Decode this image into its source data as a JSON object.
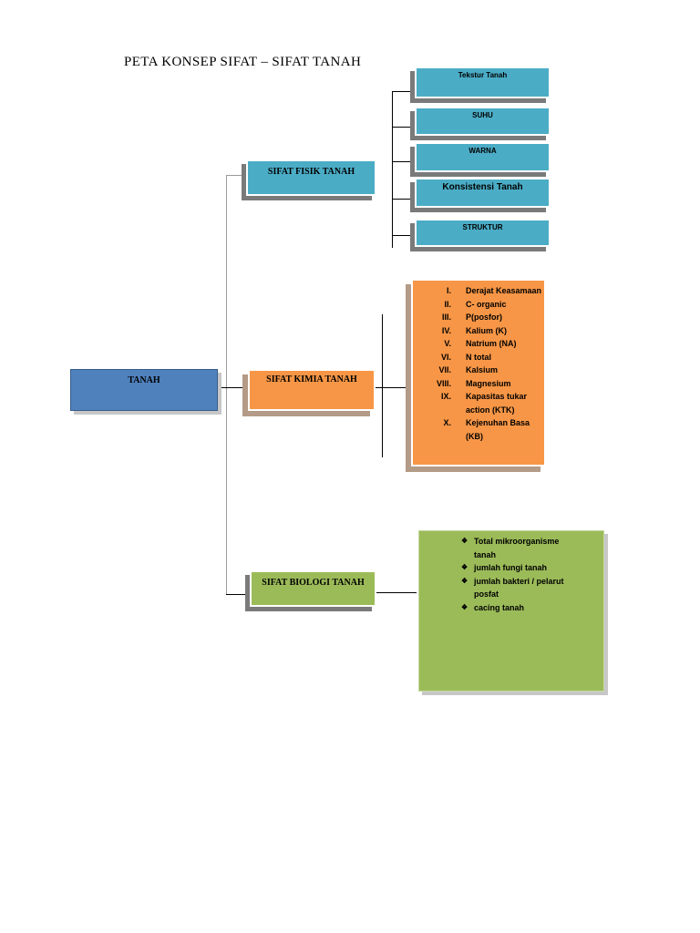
{
  "title": "PETA  KONSEP  SIFAT – SIFAT  TANAH",
  "root": "TANAH",
  "physical": {
    "label": "SIFAT FISIK TANAH",
    "items": [
      "Tekstur Tanah",
      "SUHU",
      "WARNA",
      "Konsistensi  Tanah",
      "STRUKTUR"
    ]
  },
  "chemical": {
    "label": "SIFAT KIMIA TANAH",
    "items": [
      {
        "num": "I.",
        "text": "Derajat Keasamaan"
      },
      {
        "num": "II.",
        "text": "C- organic"
      },
      {
        "num": "III.",
        "text": "P(posfor)"
      },
      {
        "num": "IV.",
        "text": "Kalium (K)"
      },
      {
        "num": "V.",
        "text": "Natrium (NA)"
      },
      {
        "num": "VI.",
        "text": "N total"
      },
      {
        "num": "VII.",
        "text": "Kalsium"
      },
      {
        "num": "VIII.",
        "text": "Magnesium"
      },
      {
        "num": "IX.",
        "text": "Kapasitas tukar action (KTK)"
      },
      {
        "num": "X.",
        "text": "Kejenuhan Basa (KB)"
      }
    ]
  },
  "biological": {
    "label": "SIFAT BIOLOGI TANAH",
    "bullet": "❖",
    "items": [
      "Total mikroorganisme tanah",
      "jumlah fungi tanah",
      " jumlah bakteri / pelarut posfat",
      "cacing tanah"
    ]
  }
}
